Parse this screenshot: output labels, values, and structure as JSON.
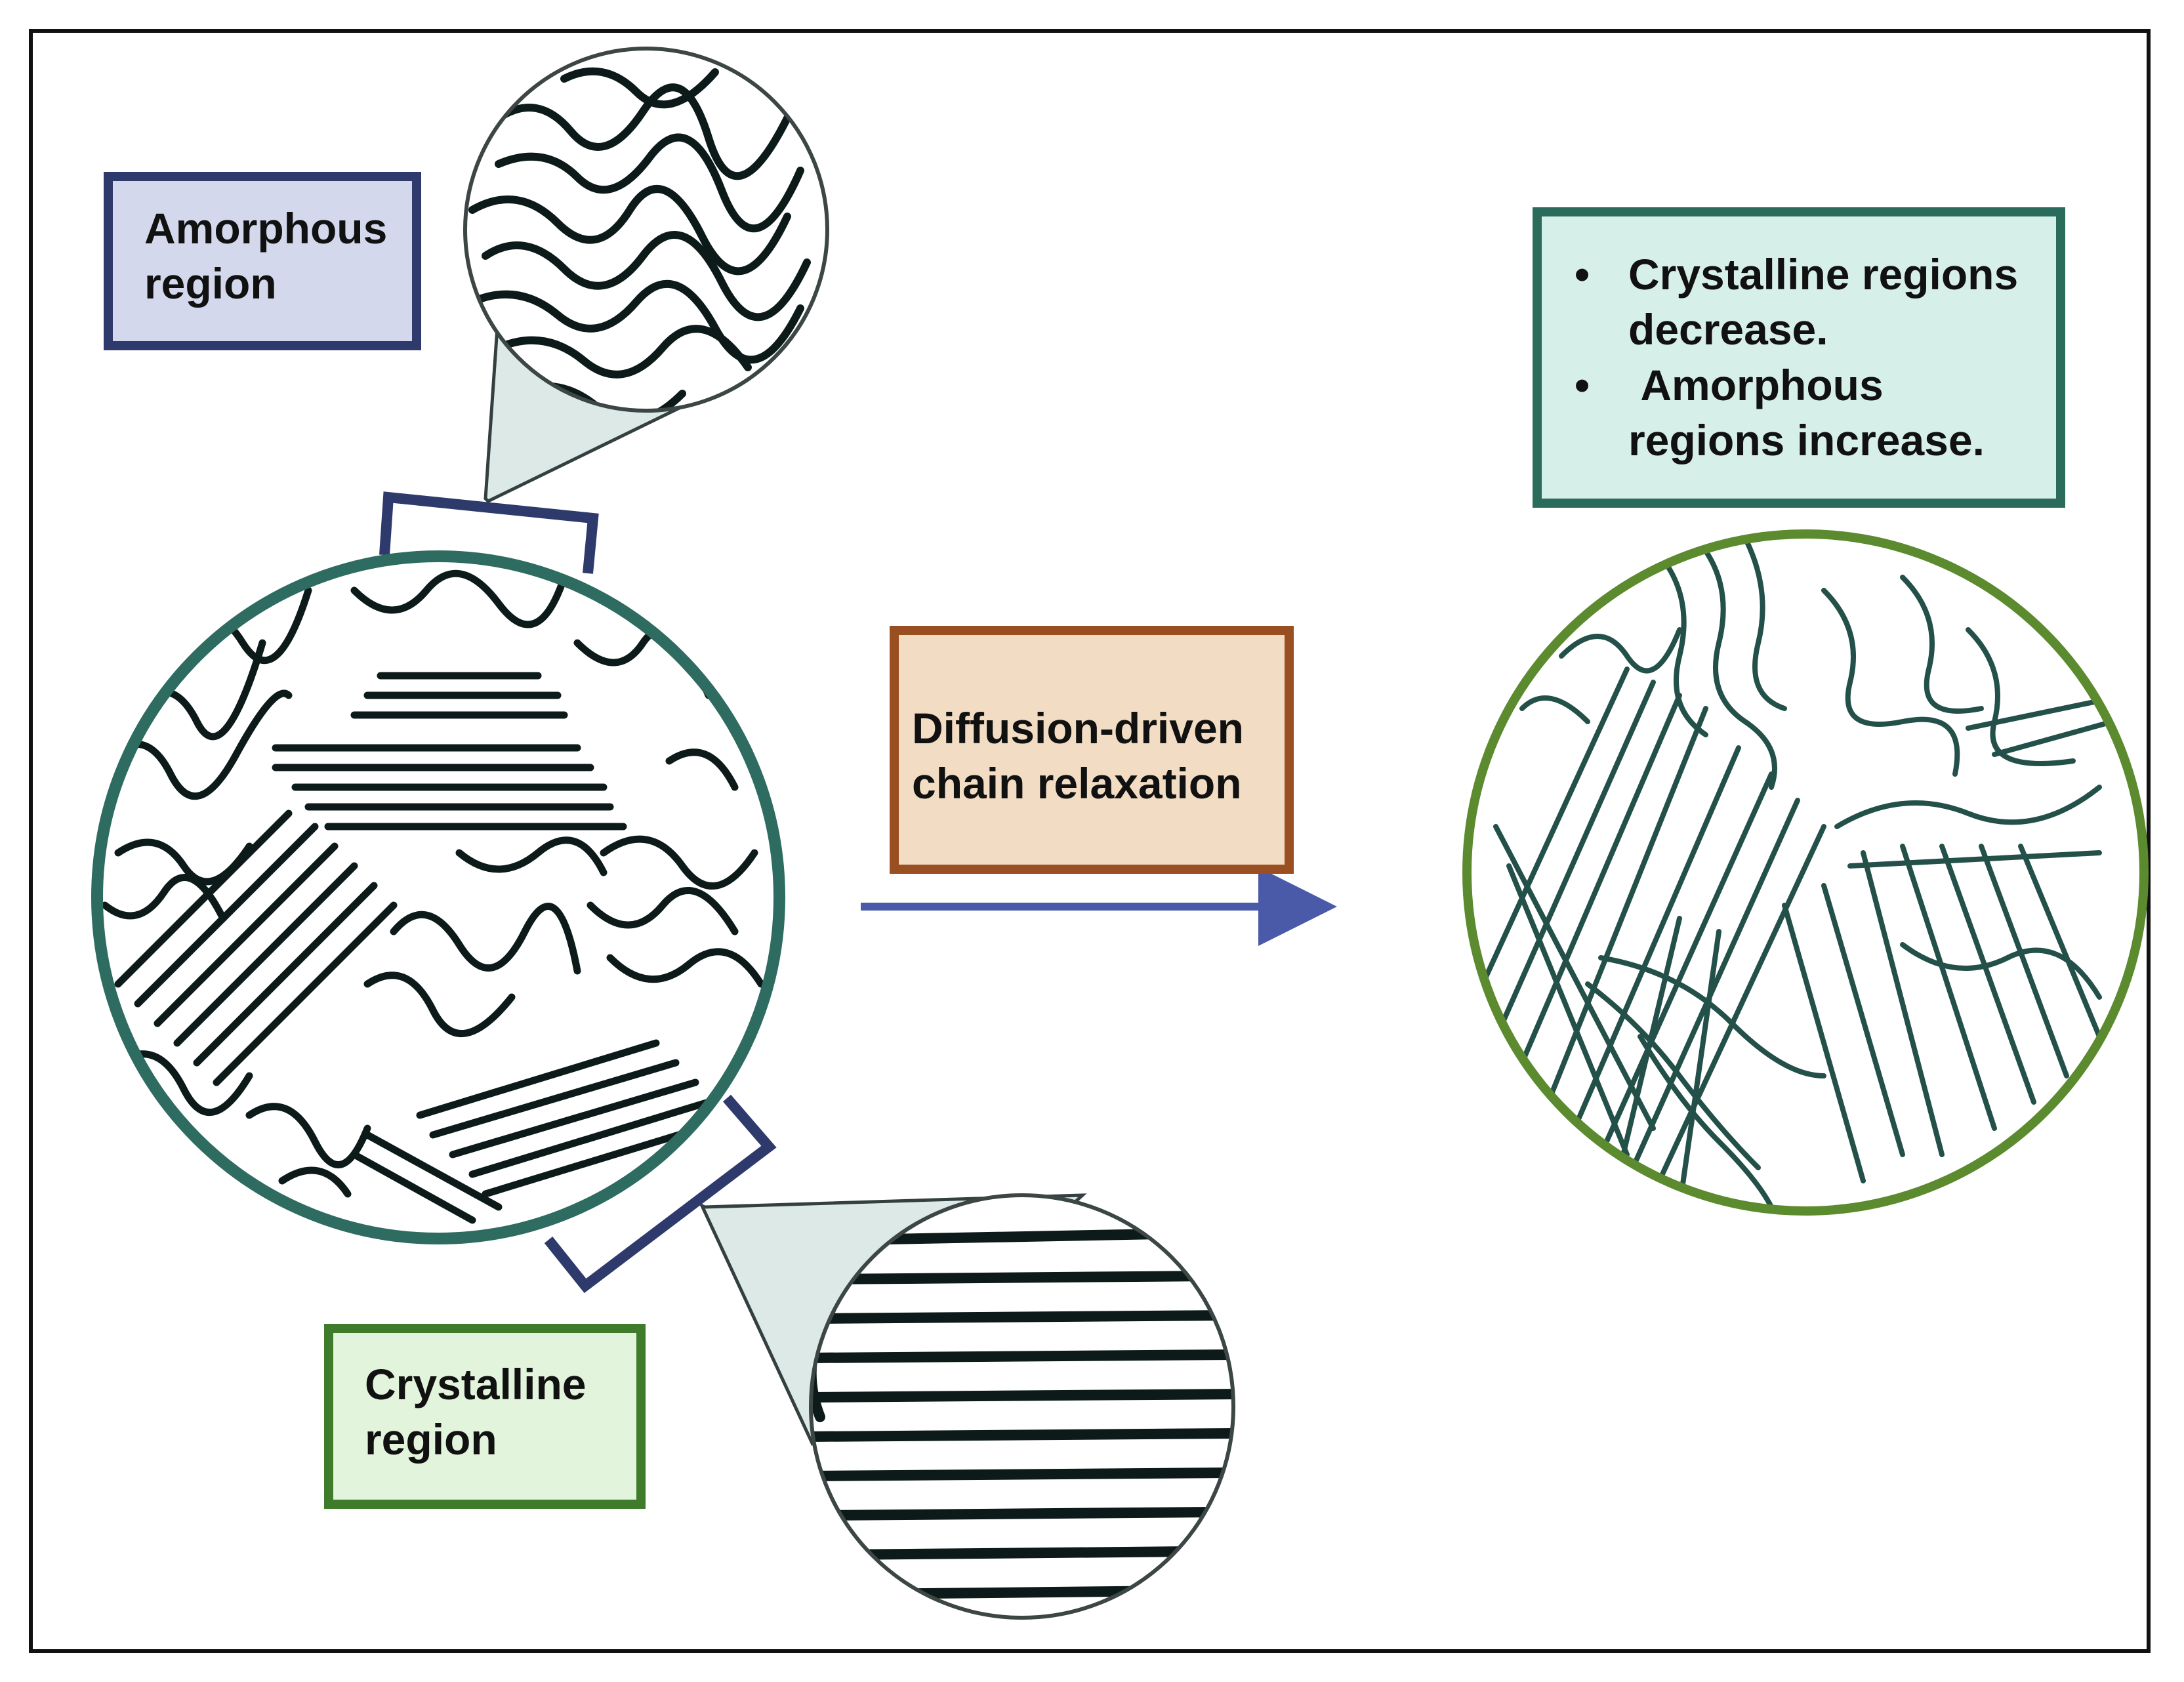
{
  "labels": {
    "amorphous_region": "Amorphous region",
    "crystalline_region": "Crystalline region",
    "process": "Diffusion-driven chain relaxation",
    "result_bullets": [
      "Crystalline regions decrease.",
      " Amorphous regions increase."
    ]
  },
  "colors": {
    "frame": "#111111",
    "amorphous_fill": "#d3d8ec",
    "amorphous_border": "#2e3a6b",
    "crystalline_fill": "#e3f4dc",
    "crystalline_border": "#3e7b2b",
    "process_fill": "#f2dcc3",
    "process_border": "#9a4f22",
    "result_fill": "#d7efe9",
    "result_border": "#2b6b5b",
    "arrow": "#4a5aa8",
    "main_circle_border": "#2e6b60",
    "relaxed_circle_border": "#5c8a2e",
    "relaxed_chains": "#24504a",
    "zoom_callout": "#dce9e6"
  }
}
